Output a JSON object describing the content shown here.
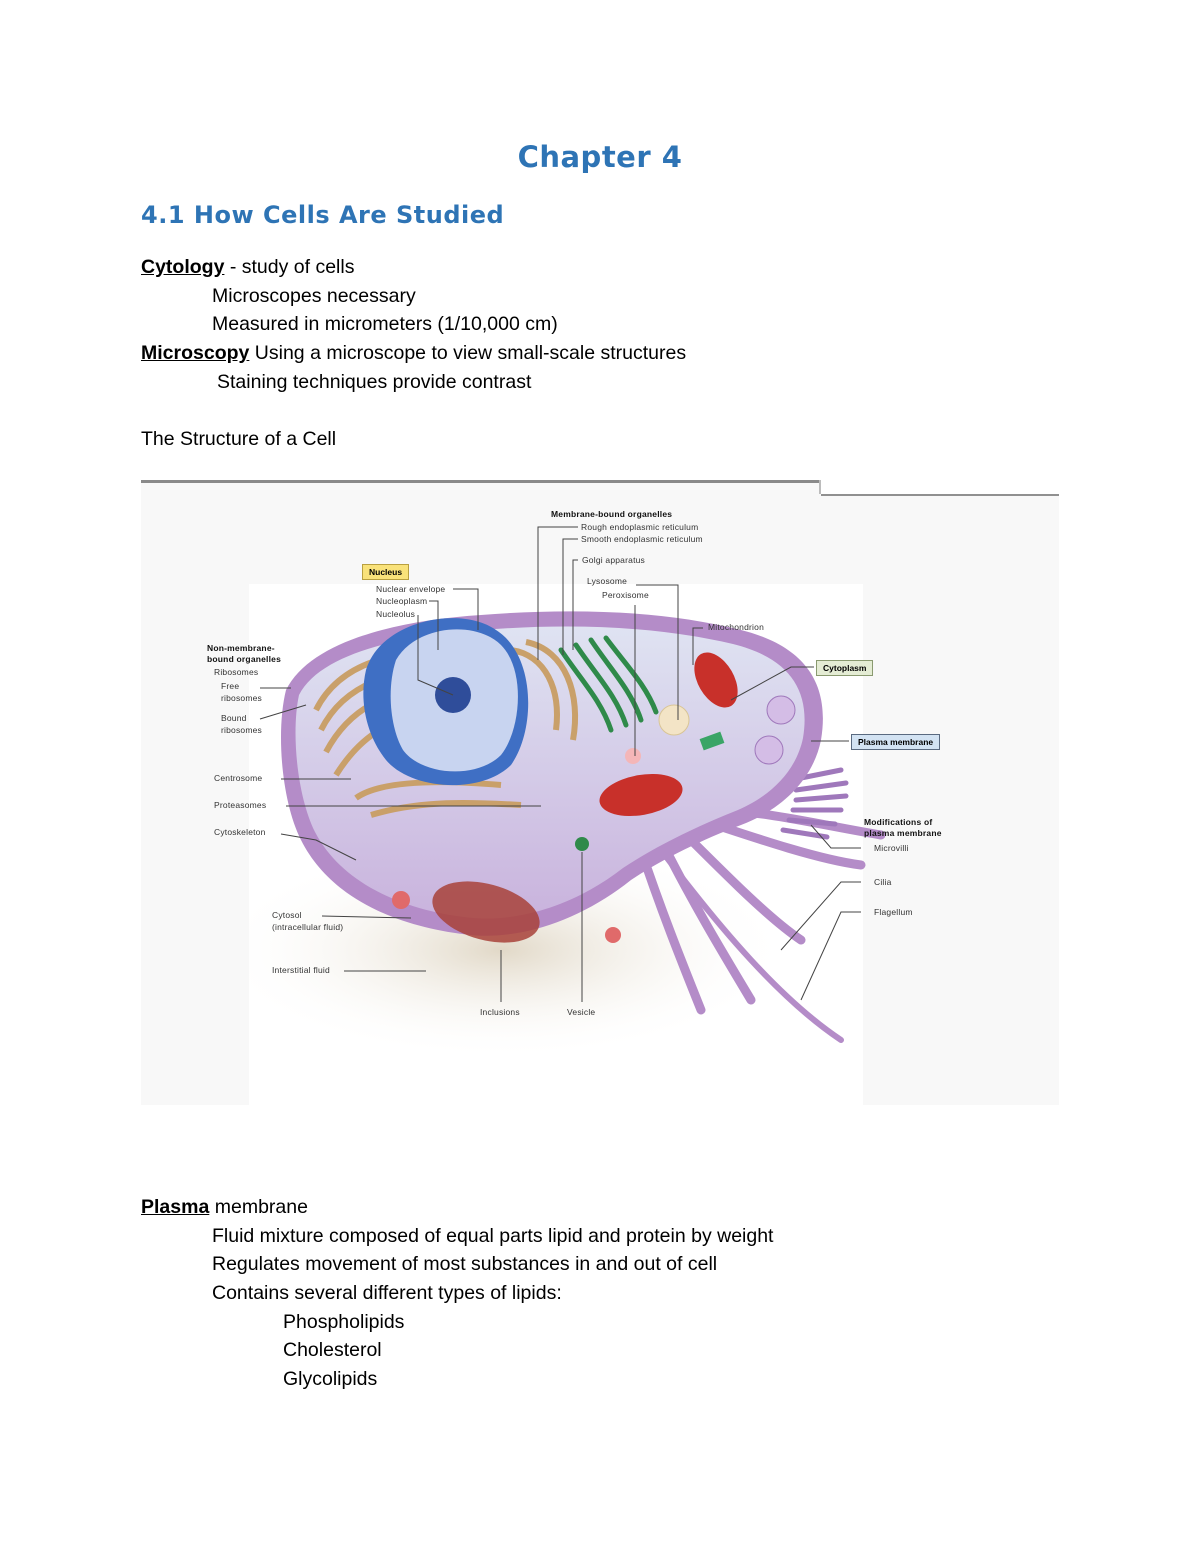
{
  "document": {
    "chapter_title": "Chapter 4",
    "section_title": "4.1 How Cells Are Studied",
    "cytology": {
      "term": "Cytology",
      "definition": " - study of cells",
      "points": [
        "Microscopes necessary",
        "Measured in micrometers (1/10,000 cm)"
      ]
    },
    "microscopy": {
      "term": "Microscopy",
      "definition": " Using a microscope to view small-scale structures",
      "points": [
        "Staining techniques provide contrast"
      ]
    },
    "structure_heading": "The Structure of a Cell",
    "plasma": {
      "term": "Plasma",
      "rest": " membrane",
      "points": [
        "Fluid mixture composed of equal parts lipid and protein by weight",
        "Regulates movement of most substances in and out of cell",
        "Contains several different types of lipids:"
      ],
      "lipids": [
        "Phospholipids",
        "Cholesterol",
        "Glycolipids"
      ]
    }
  },
  "figure": {
    "colors": {
      "membrane": "#b48cc8",
      "cytoplasm": "#d8cdea",
      "nucleus": "#3f6fc4",
      "nucleoplasm": "#c8d4f0",
      "er": "#c9a06a",
      "golgi": "#2f8a4a",
      "mitochondrion": "#c8302a",
      "lysosome": "#f3e4c6"
    },
    "labels": {
      "membrane_bound_header": "Membrane-bound organelles",
      "rough_er": "Rough endoplasmic reticulum",
      "smooth_er": "Smooth endoplasmic reticulum",
      "golgi": "Golgi apparatus",
      "lysosome": "Lysosome",
      "peroxisome": "Peroxisome",
      "mitochondrion": "Mitochondrion",
      "nucleus_box": "Nucleus",
      "nuclear_envelope": "Nuclear envelope",
      "nucleoplasm": "Nucleoplasm",
      "nucleolus": "Nucleolus",
      "non_membrane_header_1": "Non-membrane-",
      "non_membrane_header_2": "bound organelles",
      "ribosomes": "Ribosomes",
      "free_1": "Free",
      "free_2": "ribosomes",
      "bound_1": "Bound",
      "bound_2": "ribosomes",
      "centrosome": "Centrosome",
      "proteasomes": "Proteasomes",
      "cytoskeleton": "Cytoskeleton",
      "cytosol_1": "Cytosol",
      "cytosol_2": "(intracellular fluid)",
      "interstitial": "Interstitial fluid",
      "inclusions": "Inclusions",
      "vesicle": "Vesicle",
      "cytoplasm_box": "Cytoplasm",
      "plasma_membrane_box": "Plasma membrane",
      "modifications_1": "Modifications of",
      "modifications_2": "plasma membrane",
      "microvilli": "Microvilli",
      "cilia": "Cilia",
      "flagellum": "Flagellum"
    }
  }
}
